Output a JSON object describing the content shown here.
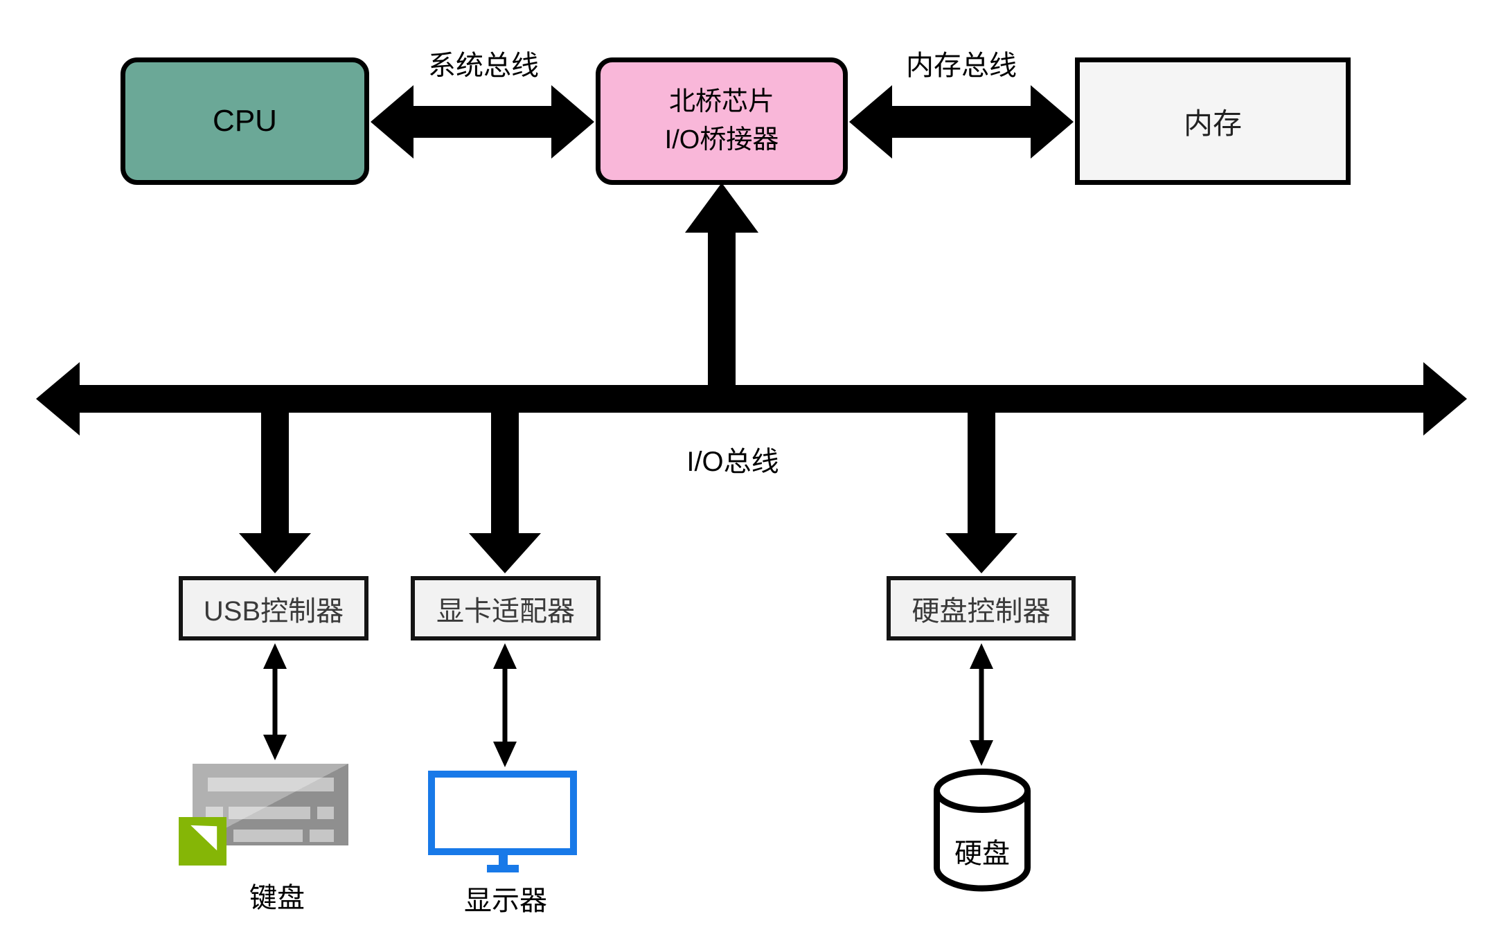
{
  "nodes": {
    "cpu": {
      "label": "CPU",
      "fill": "#6BA897"
    },
    "northbridge": {
      "line1": "北桥芯片",
      "line2": "I/O桥接器",
      "fill": "#F9B7D9"
    },
    "memory": {
      "label": "内存",
      "fill": "#F5F5F5"
    },
    "usb_controller": {
      "label": "USB控制器",
      "fill": "#F2F2F2"
    },
    "gpu_adapter": {
      "label": "显卡适配器",
      "fill": "#F2F2F2"
    },
    "disk_controller": {
      "label": "硬盘控制器",
      "fill": "#F2F2F2"
    },
    "hard_disk": {
      "label": "硬盘"
    }
  },
  "bus_labels": {
    "system_bus": "系统总线",
    "memory_bus": "内存总线",
    "io_bus": "I/O总线"
  },
  "device_labels": {
    "keyboard": "键盘",
    "monitor": "显示器"
  },
  "icons": {
    "keyboard": "keyboard-icon",
    "monitor": "monitor-icon",
    "hard_disk": "disk-cylinder-icon"
  },
  "colors": {
    "arrow": "#000000",
    "cpu_fill": "#6BA897",
    "northbridge_fill": "#F9B7D9",
    "memory_fill": "#F5F5F5",
    "controller_fill": "#F2F2F2",
    "controller_text": "#3A3A3A",
    "monitor_blue": "#1879E8",
    "keyboard_gray": "#8F8F8F",
    "keyboard_key_gray": "#C6C6C6",
    "green_accent": "#85B606",
    "background": "#FFFFFF"
  }
}
